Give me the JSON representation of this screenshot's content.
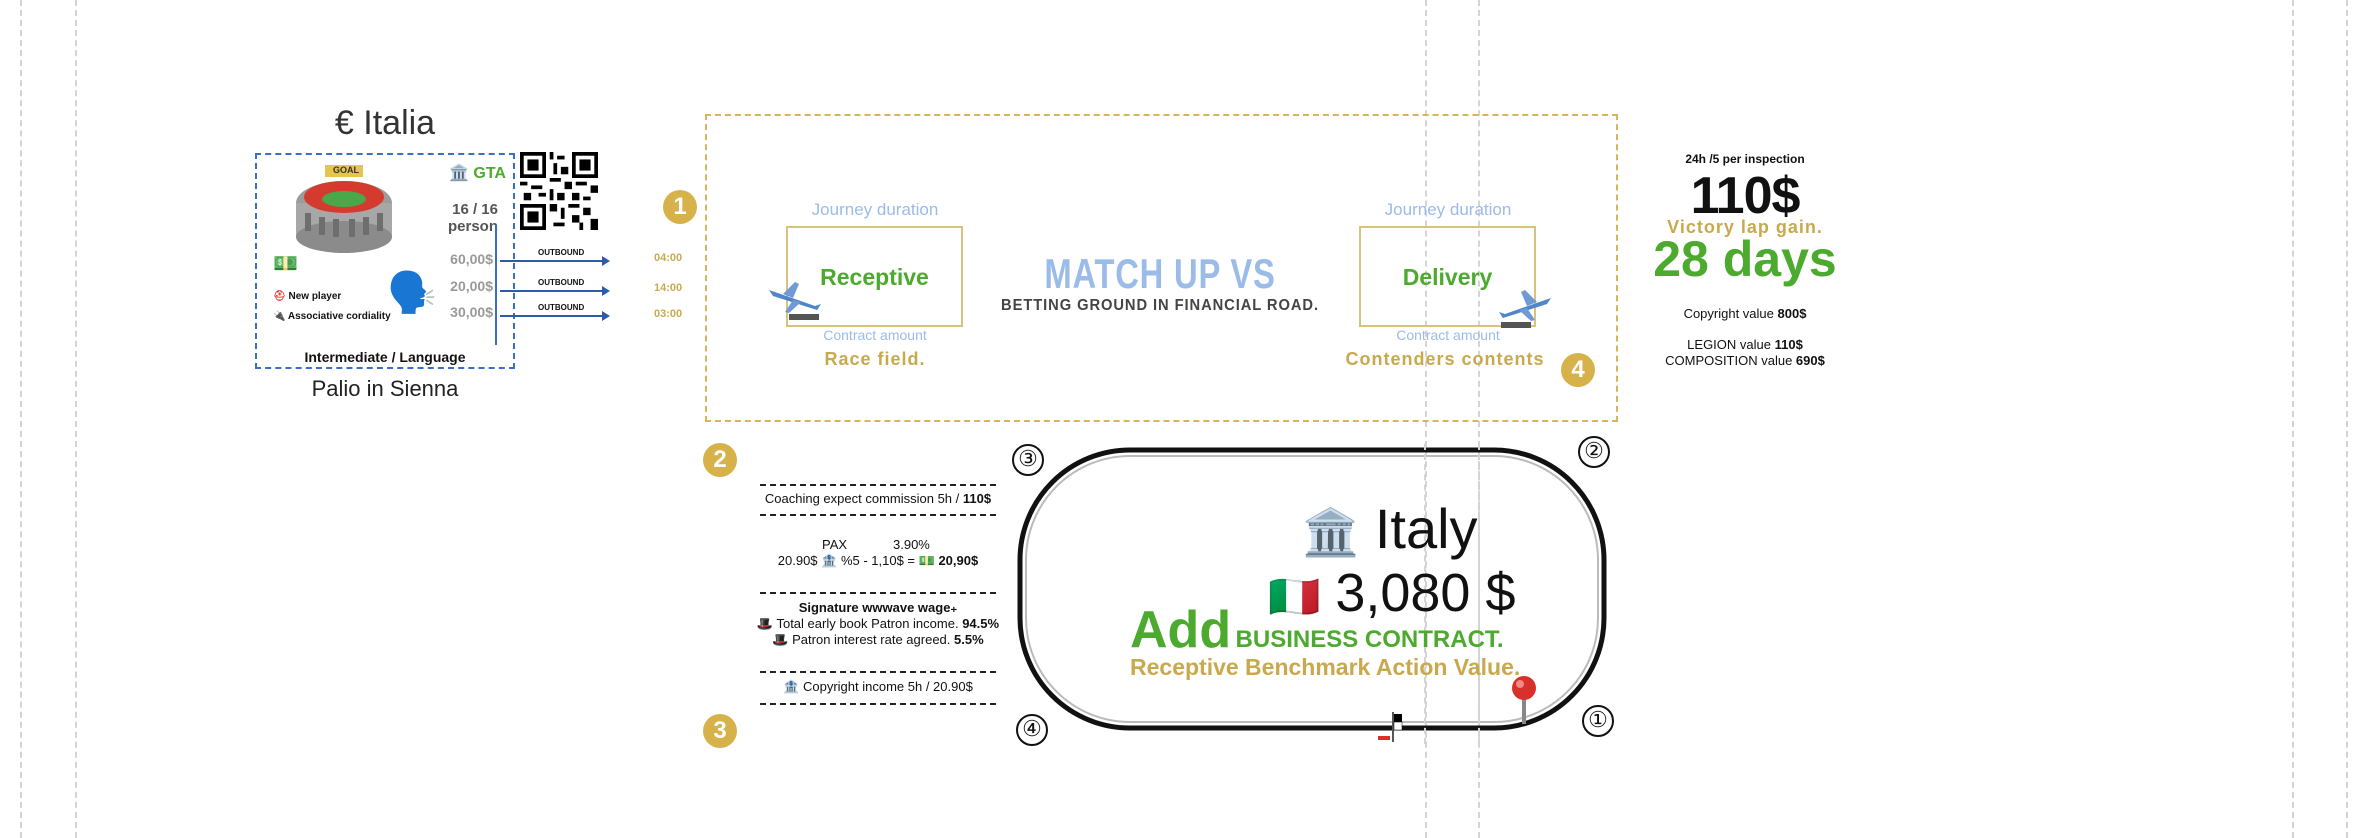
{
  "left_card": {
    "title": "€ Italia",
    "gta": "GTA",
    "persons": "16 / 16 person",
    "prices": [
      "60,00$",
      "20,00$",
      "30,00$"
    ],
    "outbound_label": "OUTBOUND",
    "times": [
      "04:00",
      "14:00",
      "03:00"
    ],
    "new_player": "New player",
    "associative": "Associative cordiality",
    "level": "Intermediate / Language",
    "subtitle": "Palio in Sienna",
    "stadium_sign": "GOAL"
  },
  "match": {
    "badge1": "1",
    "badge4": "4",
    "left_duration": "Journey duration",
    "left_box": "Receptive",
    "left_contract": "Contract amount",
    "left_caption": "Race field.",
    "right_duration": "Journey duration",
    "right_box": "Delivery",
    "right_contract": "Contract amount",
    "right_caption": "Contenders contents",
    "headline": "MATCH UP VS",
    "tagline": "BETTING GROUND IN FINANCIAL ROAD."
  },
  "right_info": {
    "inspection": "24h /5 per inspection",
    "amount": "110$",
    "victory": "Victory lap gain.",
    "days": "28 days",
    "copyright_label": "Copyright value",
    "copyright_value": "800$",
    "legion_label": "LEGION value",
    "legion_value": "110$",
    "composition_label": "COMPOSITION value",
    "composition_value": "690$"
  },
  "ledger": {
    "badge2": "2",
    "badge3": "3",
    "coaching": "Coaching expect commission 5h /",
    "coaching_value": "110$",
    "pax": "PAX",
    "pax_rate": "3.90%",
    "formula": "20.90$ 🏦 %5 - 1,10$ = 💵",
    "formula_total": "20,90$",
    "signature": "Signature wwwave wage₊",
    "early_book": "🎩 Total early book Patron income.",
    "early_book_value": "94.5%",
    "interest": "🎩 Patron interest rate agreed.",
    "interest_value": "5.5%",
    "copyright_income": "🏦 Copyright income 5h / 20.90$"
  },
  "track": {
    "corner1": "①",
    "corner2": "②",
    "corner3": "③",
    "corner4": "④",
    "country": "Italy",
    "amount": "3,080 $",
    "add": "Add",
    "contract": "BUSINESS CONTRACT.",
    "benchmark": "Receptive Benchmark Action Value."
  },
  "colors": {
    "gold": "#c9a94e",
    "green": "#4caa2e",
    "light_blue": "#9bbbe8",
    "dark_blue": "#2f5aa8"
  }
}
